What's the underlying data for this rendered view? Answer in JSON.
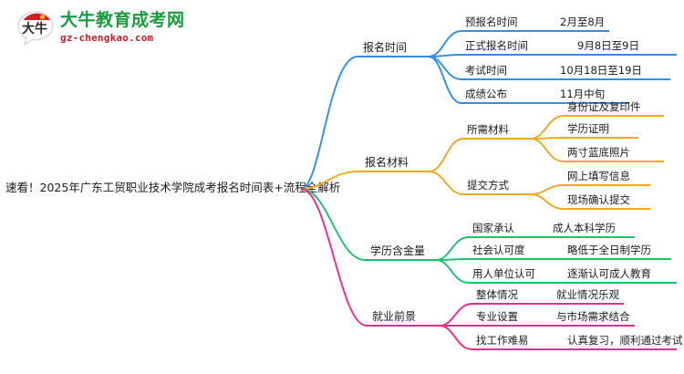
{
  "logo": {
    "mark_text": "大牛",
    "brand_cn": "大牛教育成考网",
    "brand_en": "gz-chengkao.com",
    "brand_color": "#1a9b3e",
    "url_color": "#c62026"
  },
  "root": {
    "title": "速看！2025年广东工贸职业技术学院成考报名时间表+流程全解析"
  },
  "colors": {
    "branch1": "#2E8FEF",
    "branch2": "#F0A81E",
    "branch3": "#17C26A",
    "branch4": "#ED2A8C"
  },
  "branches": [
    {
      "label": "报名时间",
      "color": "#2E8FEF",
      "children": [
        {
          "label": "预报名时间",
          "value": "2月至8月"
        },
        {
          "label": "正式报名时间",
          "value": "9月8日至9日"
        },
        {
          "label": "考试时间",
          "value": "10月18日至19日"
        },
        {
          "label": "成绩公布",
          "value": "11月中旬"
        }
      ]
    },
    {
      "label": "报名材料",
      "color": "#F0A81E",
      "groups": [
        {
          "label": "所需材料",
          "items": [
            "身份证及复印件",
            "学历证明",
            "两寸蓝底照片"
          ]
        },
        {
          "label": "提交方式",
          "items": [
            "网上填写信息",
            "现场确认提交"
          ]
        }
      ]
    },
    {
      "label": "学历含金量",
      "color": "#17C26A",
      "children": [
        {
          "label": "国家承认",
          "value": "成人本科学历"
        },
        {
          "label": "社会认可度",
          "value": "略低于全日制学历"
        },
        {
          "label": "用人单位认可",
          "value": "逐渐认可成人教育"
        }
      ]
    },
    {
      "label": "就业前景",
      "color": "#ED2A8C",
      "children": [
        {
          "label": "整体情况",
          "value": "就业情况乐观"
        },
        {
          "label": "专业设置",
          "value": "与市场需求结合"
        },
        {
          "label": "找工作难易",
          "value": "认真复习，顺利通过考试"
        }
      ]
    }
  ]
}
